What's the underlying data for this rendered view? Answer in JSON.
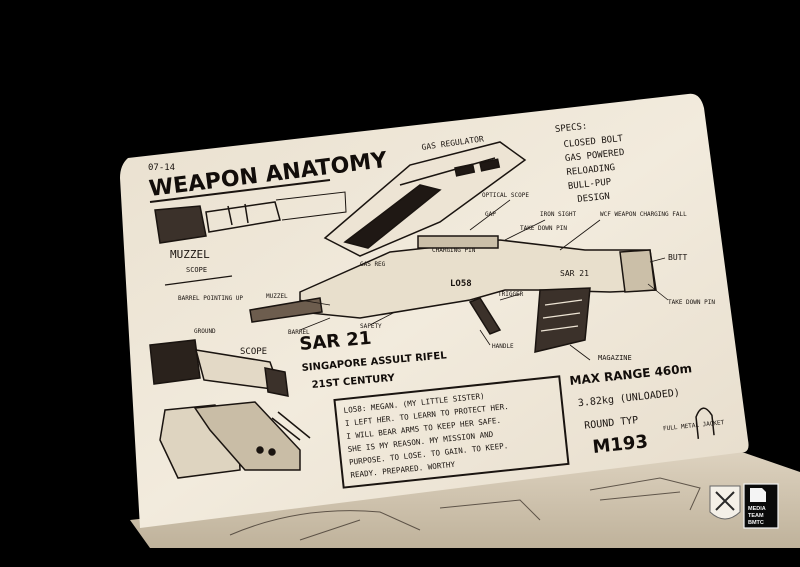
{
  "sketch": {
    "date": "07-14",
    "title": "WEAPON ANATOMY",
    "label_muzzle_big": "MUZZEL",
    "label_scope_small": "SCOPE",
    "label_barrel_pointing": "BARREL POINTING UP",
    "label_ground": "GROUND",
    "label_gas_regulator": "GAS REGULATOR",
    "label_optical_scope": "OPTICAL SCOPE",
    "label_gap": "GAP",
    "label_iron_sight": "IRON SIGHT",
    "label_take_down_pin_top": "TAKE DOWN PIN",
    "label_charging_pin": "CHARGING PIN",
    "label_gas_reg": "GAS REG",
    "label_wcf": "WCF WEAPON CHARGING FALL",
    "label_butt": "BUTT",
    "label_take_down_pin_right": "TAKE DOWN PIN",
    "label_muzzel": "MUZZEL",
    "label_trigger": "TRIGGER",
    "label_barrel": "BARREL",
    "label_safety": "SAFETY",
    "label_handle": "HANDLE",
    "label_magazine": "MAGAZINE",
    "label_scope": "SCOPE",
    "stock_marking": "LO58",
    "stock_marking_2": "SAR 21",
    "gun_name": "SAR 21",
    "gun_full_name_1": "SINGAPORE ASSULT RIFEL",
    "gun_full_name_2": "21ST CENTURY",
    "specs_title": "SPECS:",
    "specs": [
      "CLOSED BOLT",
      "GAS POWERED",
      "RELOADING",
      "BULL-PUP",
      "DESIGN"
    ],
    "max_range": "MAX RANGE 460m",
    "weight": "3.82kg (UNLOADED)",
    "round_type_label": "ROUND TYP",
    "round_type_value": "M193",
    "round_type_note": "FULL METAL JACKET",
    "note_lines": [
      "LO58: MEGAN. (MY LITTLE SISTER)",
      "I LEFT HER. TO LEARN TO PROTECT HER.",
      "I WILL BEAR ARMS TO KEEP HER SAFE.",
      "SHE IS MY REASON. MY MISSION AND",
      "PURPOSE. TO LOSE. TO GAIN. TO KEEP.",
      "READY. PREPARED. WORTHY"
    ]
  },
  "logo": {
    "text_1": "MEDIA",
    "text_2": "TEAM",
    "text_3": "BMTC"
  },
  "colors": {
    "background": "#000000",
    "paper": "#efe7d8",
    "ink": "#1a1410"
  }
}
